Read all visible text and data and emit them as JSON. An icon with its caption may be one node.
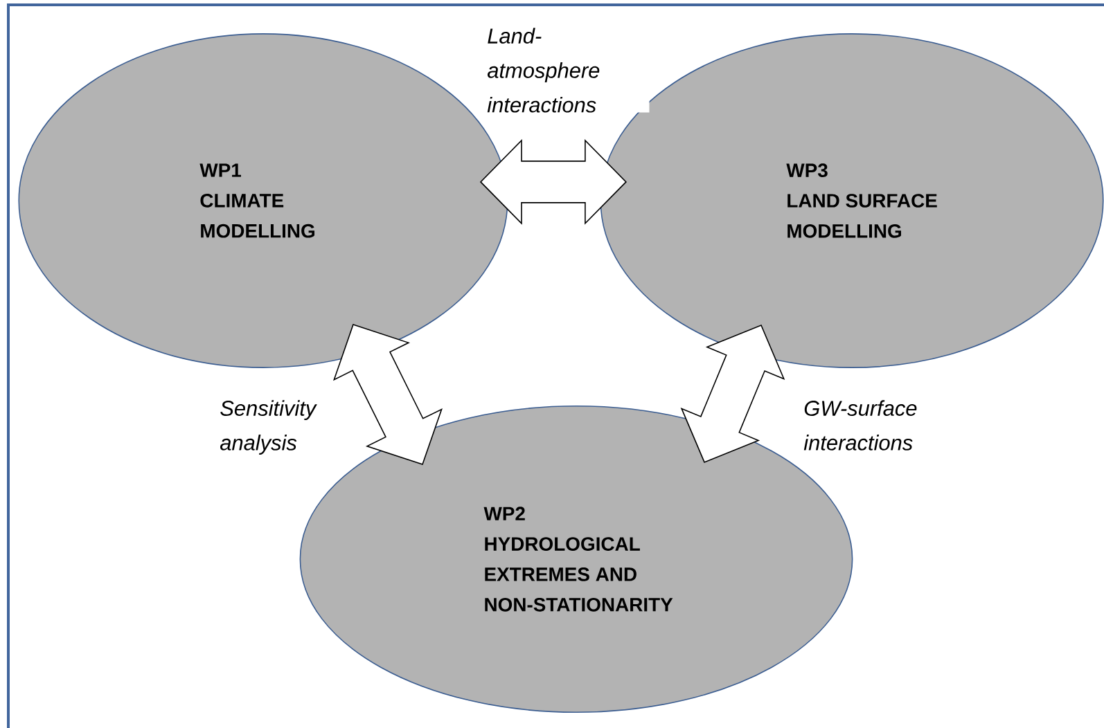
{
  "diagram": {
    "nodes": [
      {
        "text": [
          "WP1",
          "CLIMATE MODELLING"
        ]
      },
      {
        "text": [
          "WP3",
          "LAND SURFACE MODELLING"
        ]
      },
      {
        "text": [
          "WP2",
          "HYDROLOGICAL EXTREMES AND NON-STATIONARITY"
        ]
      }
    ],
    "edges": [
      {
        "from": 0,
        "to": 1,
        "arrow": "both",
        "label": "Land-atmosphere interactions"
      },
      {
        "from": 0,
        "to": 2,
        "arrow": "both",
        "label": "Sensitivity analysis"
      },
      {
        "from": 1,
        "to": 2,
        "arrow": "both",
        "label": "GW-surface interactions"
      }
    ]
  }
}
